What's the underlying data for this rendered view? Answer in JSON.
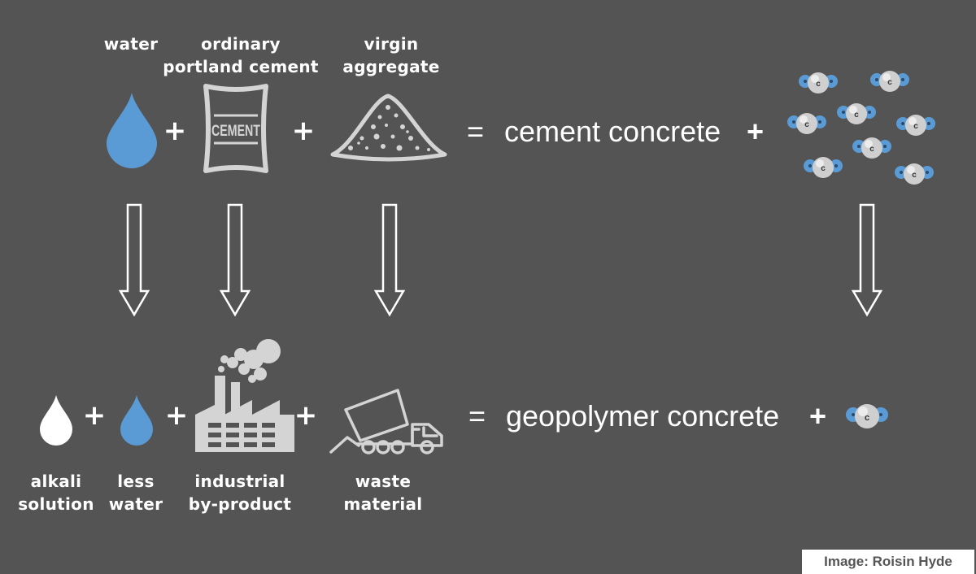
{
  "top_row": {
    "labels": {
      "water": "water",
      "cement_line1": "ordinary",
      "cement_line2": "portland cement",
      "aggregate_line1": "virgin",
      "aggregate_line2": "aggregate"
    },
    "bag_text": "CEMENT",
    "plus": "+",
    "result_equals": "=",
    "result": "cement concrete",
    "result_plus": "+"
  },
  "bottom_row": {
    "labels": {
      "alkali_line1": "alkali",
      "alkali_line2": "solution",
      "less_water_line1": "less",
      "less_water_line2": "water",
      "industrial_line1": "industrial",
      "industrial_line2": "by-product",
      "waste_line1": "waste",
      "waste_line2": "material"
    },
    "plus": "+",
    "result_equals": "=",
    "result": "geopolymer concrete",
    "result_plus": "+"
  },
  "molecule": {
    "center": "c",
    "side": "o"
  },
  "credit": "Image: Roisin Hyde",
  "colors": {
    "background": "#545454",
    "water_blue": "#5b9bd5",
    "icon_gray": "#d4d4d4",
    "white": "#ffffff",
    "molecule_blue": "#5b9bd5",
    "molecule_gray": "#cfcfcf"
  },
  "icons": [
    "water-drop-icon",
    "cement-bag-icon",
    "aggregate-pile-icon",
    "co2-molecule-icon",
    "down-arrow-icon",
    "alkali-drop-icon",
    "factory-icon",
    "dump-truck-icon"
  ]
}
